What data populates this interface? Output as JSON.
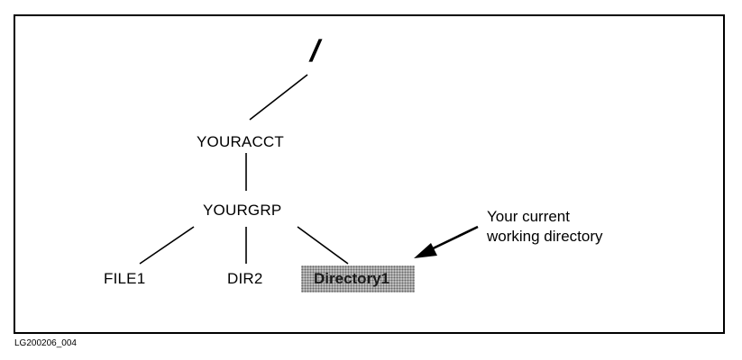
{
  "diagram": {
    "root_label": "/",
    "nodes": {
      "account": "YOURACCT",
      "group": "YOURGRP",
      "file1": "FILE1",
      "dir2": "DIR2",
      "current": "Directory1"
    },
    "callout": {
      "line1": "Your current",
      "line2": "working directory"
    },
    "figure_id": "LG200206_004",
    "highlight_color": "#bdbdbd"
  }
}
